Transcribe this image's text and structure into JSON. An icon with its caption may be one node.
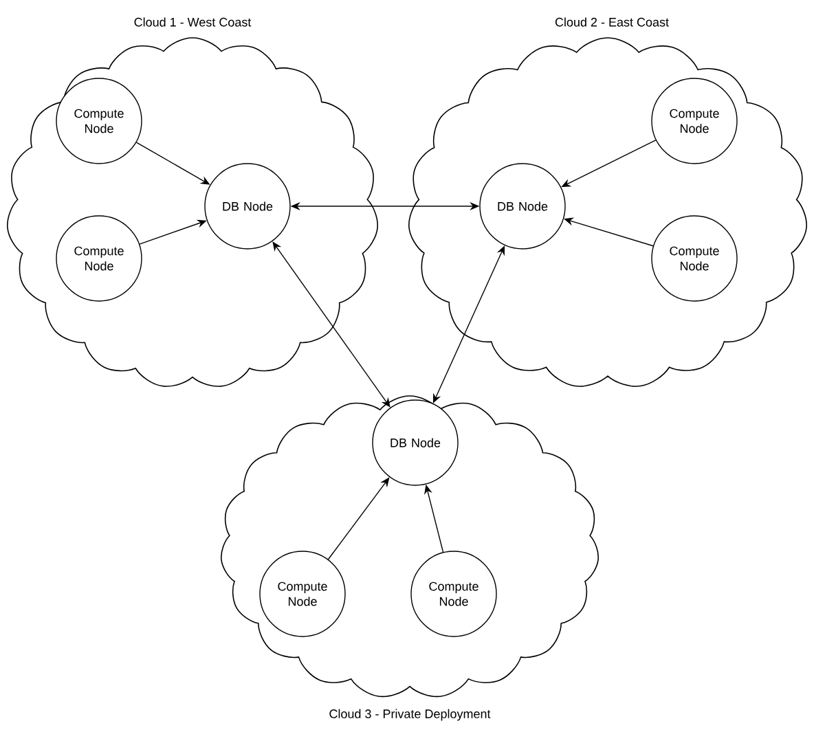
{
  "diagram": {
    "nodes": [
      {
        "text": [
          "Cloud 1 - West Coast"
        ]
      },
      {
        "text": [
          "Compute Node"
        ],
        "in": 0
      },
      {
        "text": [
          "Compute Node"
        ],
        "in": 0
      },
      {
        "text": [
          "DB Node"
        ],
        "in": 0
      },
      {
        "text": [
          "Cloud 2 - East Coast"
        ]
      },
      {
        "text": [
          "DB Node"
        ],
        "in": 4
      },
      {
        "text": [
          "Compute Node"
        ],
        "in": 4
      },
      {
        "text": [
          "Compute Node"
        ],
        "in": 4
      },
      {
        "text": [
          "Cloud 3 - Private Deployment"
        ]
      },
      {
        "text": [
          "DB Node"
        ],
        "in": 8
      },
      {
        "text": [
          "Compute Node"
        ],
        "in": 8
      },
      {
        "text": [
          "Compute Node"
        ],
        "in": 8
      }
    ],
    "edges": [
      {
        "from": 1,
        "to": 3,
        "arrow": "to"
      },
      {
        "from": 2,
        "to": 3,
        "arrow": "to"
      },
      {
        "from": 6,
        "to": 5,
        "arrow": "to"
      },
      {
        "from": 7,
        "to": 5,
        "arrow": "to"
      },
      {
        "from": 10,
        "to": 9,
        "arrow": "to"
      },
      {
        "from": 11,
        "to": 9,
        "arrow": "to"
      },
      {
        "from": 3,
        "to": 5,
        "arrow": "both"
      },
      {
        "from": 3,
        "to": 9,
        "arrow": "both"
      },
      {
        "from": 9,
        "to": 5,
        "arrow": "both"
      }
    ]
  }
}
